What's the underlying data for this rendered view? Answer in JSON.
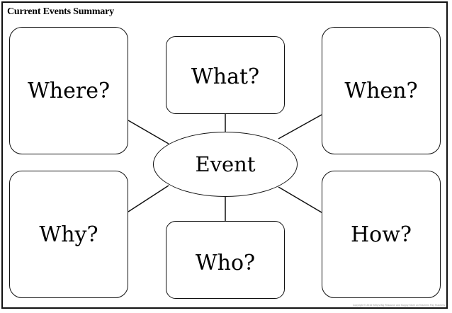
{
  "title": "Current Events Summary",
  "center": {
    "label": "Event"
  },
  "boxes": {
    "where": "Where?",
    "what": "What?",
    "when": "When?",
    "why": "Why?",
    "who": "Who?",
    "how": "How?"
  },
  "footer": {
    "copyright": "Copyright © 2015 Kelly's Big Resource and Supply Store on Teachers Pay Teachers"
  }
}
